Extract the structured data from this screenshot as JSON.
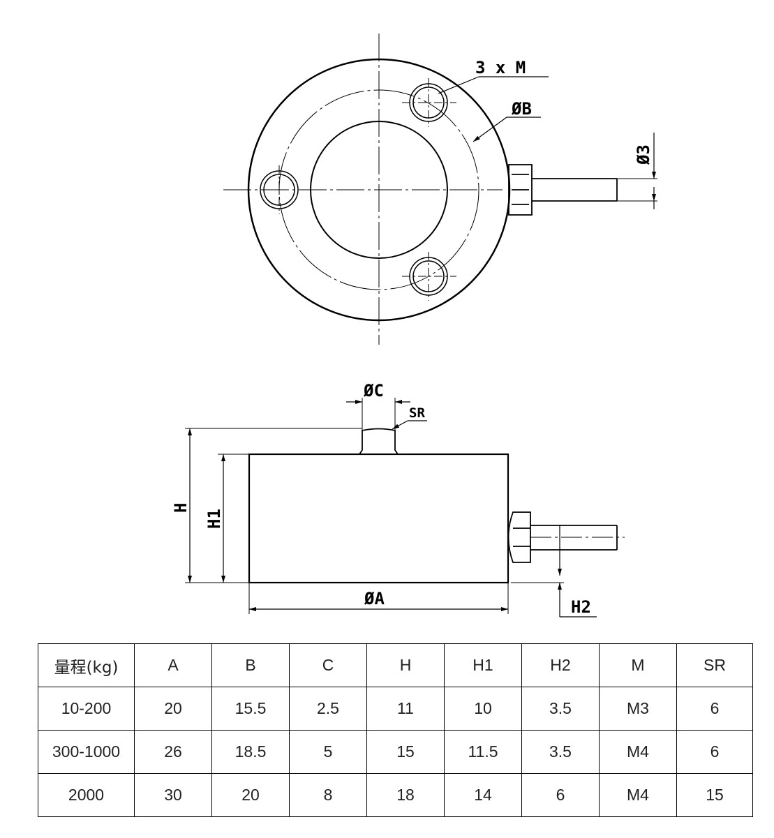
{
  "top_view": {
    "label_holes": "3 x M",
    "label_pcd": "ØB",
    "label_cable": "Ø3"
  },
  "side_view": {
    "label_post": "ØC",
    "label_sr": "SR",
    "label_h": "H",
    "label_h1": "H1",
    "label_h2": "H2",
    "label_a": "ØA"
  },
  "spec_table": {
    "headers": [
      "量程(kg)",
      "A",
      "B",
      "C",
      "H",
      "H1",
      "H2",
      "M",
      "SR"
    ],
    "rows": [
      [
        "10-200",
        "20",
        "15.5",
        "2.5",
        "11",
        "10",
        "3.5",
        "M3",
        "6"
      ],
      [
        "300-1000",
        "26",
        "18.5",
        "5",
        "15",
        "11.5",
        "3.5",
        "M4",
        "6"
      ],
      [
        "2000",
        "30",
        "20",
        "8",
        "18",
        "14",
        "6",
        "M4",
        "15"
      ]
    ]
  }
}
